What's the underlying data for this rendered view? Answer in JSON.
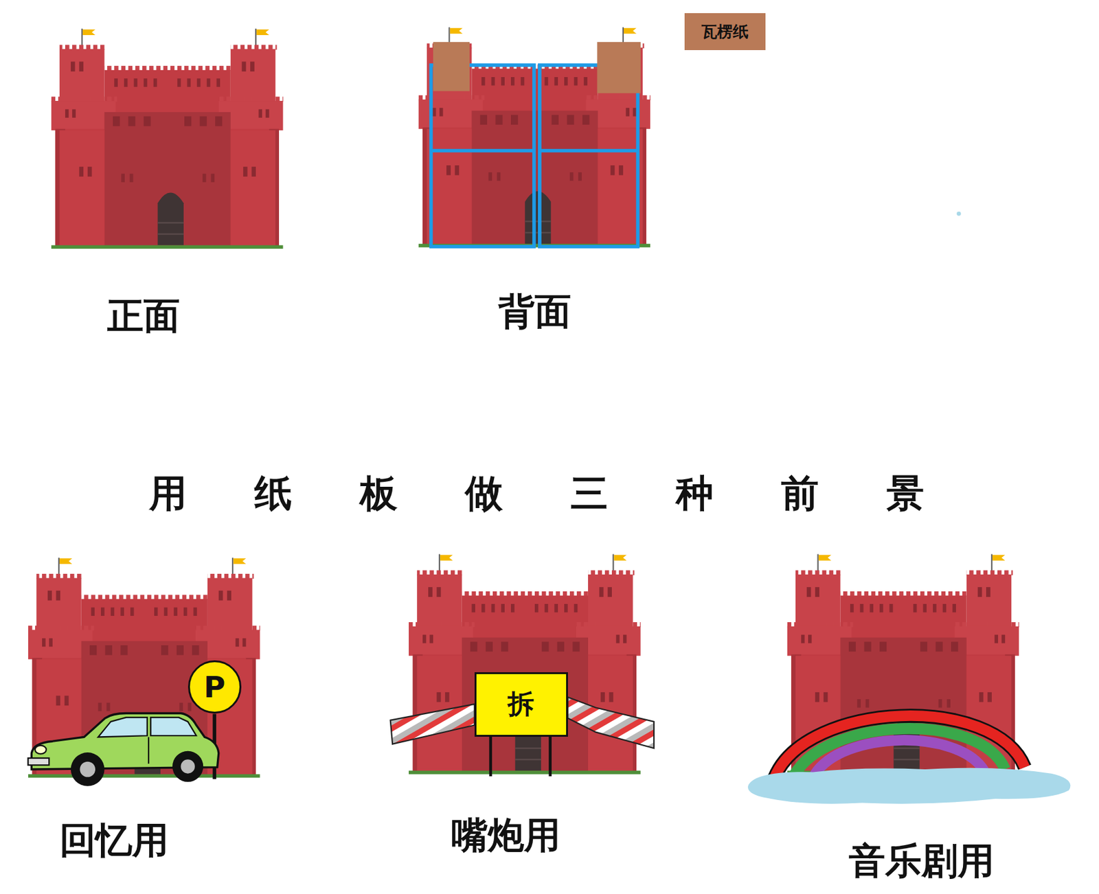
{
  "diagram": {
    "title": "用纸板做三种前景",
    "nodes": [
      {
        "text": [
          "瓦楞纸"
        ]
      },
      {
        "text": [
          "P"
        ]
      },
      {
        "text": [
          "拆"
        ]
      }
    ],
    "labels": [
      "正面",
      "背面",
      "回忆用",
      "嘴炮用",
      "音乐剧用"
    ]
  }
}
